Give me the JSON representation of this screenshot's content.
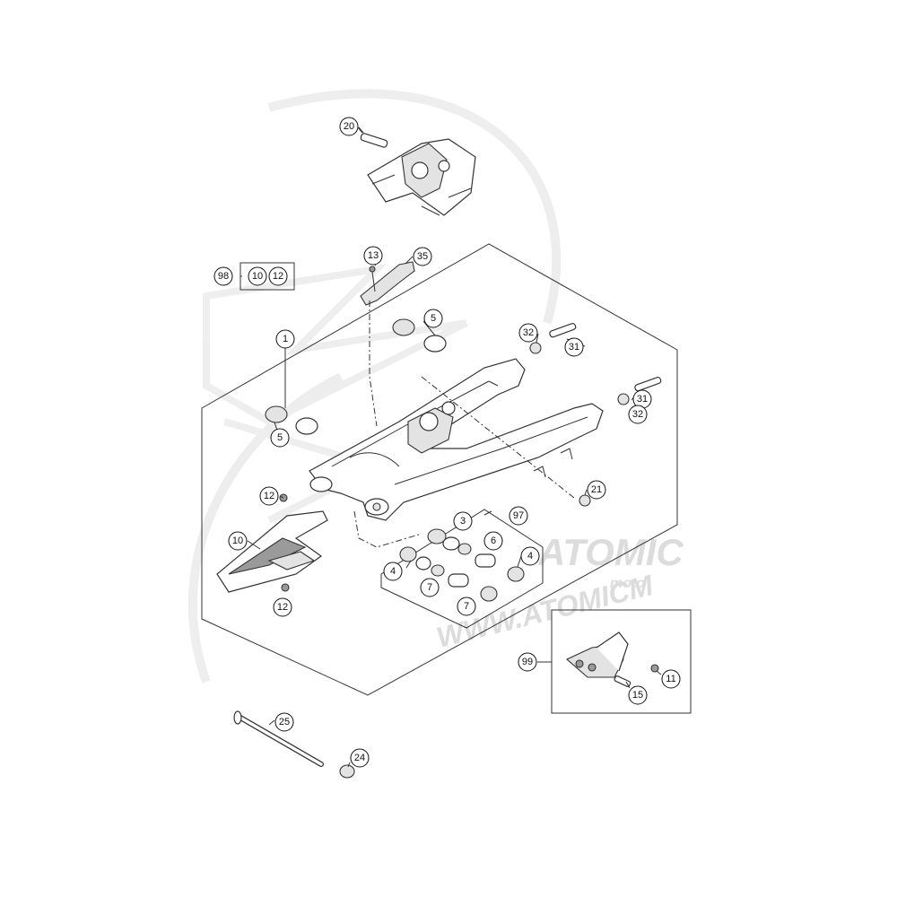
{
  "watermark": {
    "brand": "ATOMIC",
    "sub": "moto",
    "url": "WWW.ATOMICM"
  },
  "callouts": [
    {
      "id": "c20",
      "label": "20"
    },
    {
      "id": "c13",
      "label": "13"
    },
    {
      "id": "c35",
      "label": "35"
    },
    {
      "id": "c98",
      "label": "98"
    },
    {
      "id": "c98a",
      "label": "10"
    },
    {
      "id": "c98b",
      "label": "12"
    },
    {
      "id": "c5a",
      "label": "5"
    },
    {
      "id": "c1",
      "label": "1"
    },
    {
      "id": "c32a",
      "label": "32"
    },
    {
      "id": "c31a",
      "label": "31"
    },
    {
      "id": "c31b",
      "label": "31"
    },
    {
      "id": "c32b",
      "label": "32"
    },
    {
      "id": "c5b",
      "label": "5"
    },
    {
      "id": "c12a",
      "label": "12"
    },
    {
      "id": "c21",
      "label": "21"
    },
    {
      "id": "c3",
      "label": "3"
    },
    {
      "id": "c97",
      "label": "97"
    },
    {
      "id": "c10",
      "label": "10"
    },
    {
      "id": "c6",
      "label": "6"
    },
    {
      "id": "c4a",
      "label": "4"
    },
    {
      "id": "c4b",
      "label": "4"
    },
    {
      "id": "c7a",
      "label": "7"
    },
    {
      "id": "c7b",
      "label": "7"
    },
    {
      "id": "c12b",
      "label": "12"
    },
    {
      "id": "c99",
      "label": "99"
    },
    {
      "id": "c11",
      "label": "11"
    },
    {
      "id": "c15",
      "label": "15"
    },
    {
      "id": "c25",
      "label": "25"
    },
    {
      "id": "c24",
      "label": "24"
    }
  ]
}
